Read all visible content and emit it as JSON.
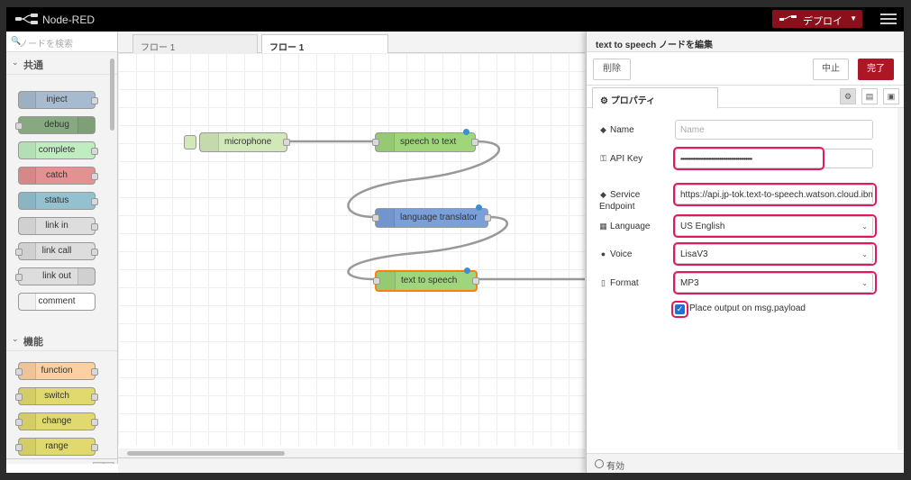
{
  "app": {
    "title": "Node-RED",
    "deploy_label": "デプロイ"
  },
  "palette": {
    "search_placeholder": "ノードを検索",
    "categories": [
      {
        "label": "共通",
        "nodes": [
          "inject",
          "debug",
          "complete",
          "catch",
          "status",
          "link in",
          "link call",
          "link out",
          "comment"
        ]
      },
      {
        "label": "機能",
        "nodes": [
          "function",
          "switch",
          "change",
          "range"
        ]
      }
    ]
  },
  "workspace": {
    "tabs": [
      "フロー 1",
      "フロー 1"
    ],
    "nodes": {
      "microphone": "microphone",
      "stt": "speech to text",
      "translator": "language translator",
      "tts": "text to speech"
    }
  },
  "editor": {
    "title": "text to speech ノードを編集",
    "delete_label": "削除",
    "cancel_label": "中止",
    "done_label": "完了",
    "tab_label": "プロパティ",
    "fields": {
      "name": {
        "label": "Name",
        "placeholder": "Name"
      },
      "api_key": {
        "label": "API Key",
        "value": "••••••••••••••••••••••••••••••••••••••••••••"
      },
      "endpoint": {
        "label": "Service Endpoint",
        "value": "https://api.jp-tok.text-to-speech.watson.cloud.ibm"
      },
      "language": {
        "label": "Language",
        "value": "US English"
      },
      "voice": {
        "label": "Voice",
        "value": "LisaV3"
      },
      "format": {
        "label": "Format",
        "value": "MP3"
      },
      "payload": {
        "label": "Place output on msg.payload",
        "checked": true
      }
    },
    "footer_label": "有効"
  },
  "colors": {
    "header": "#000000",
    "deploy": "#8c101c",
    "done": "#ad1625",
    "highlight": "#e3195b",
    "inject": "#a6bbcf",
    "debug": "#87a980",
    "complete": "#c0edc0",
    "catch": "#e49191",
    "status": "#94c1d0",
    "link": "#dddddd",
    "function": "#fdd0a2",
    "switch": "#e2d96e",
    "watson_green": "#9fd67b",
    "watson_blue": "#7a9fd9"
  }
}
